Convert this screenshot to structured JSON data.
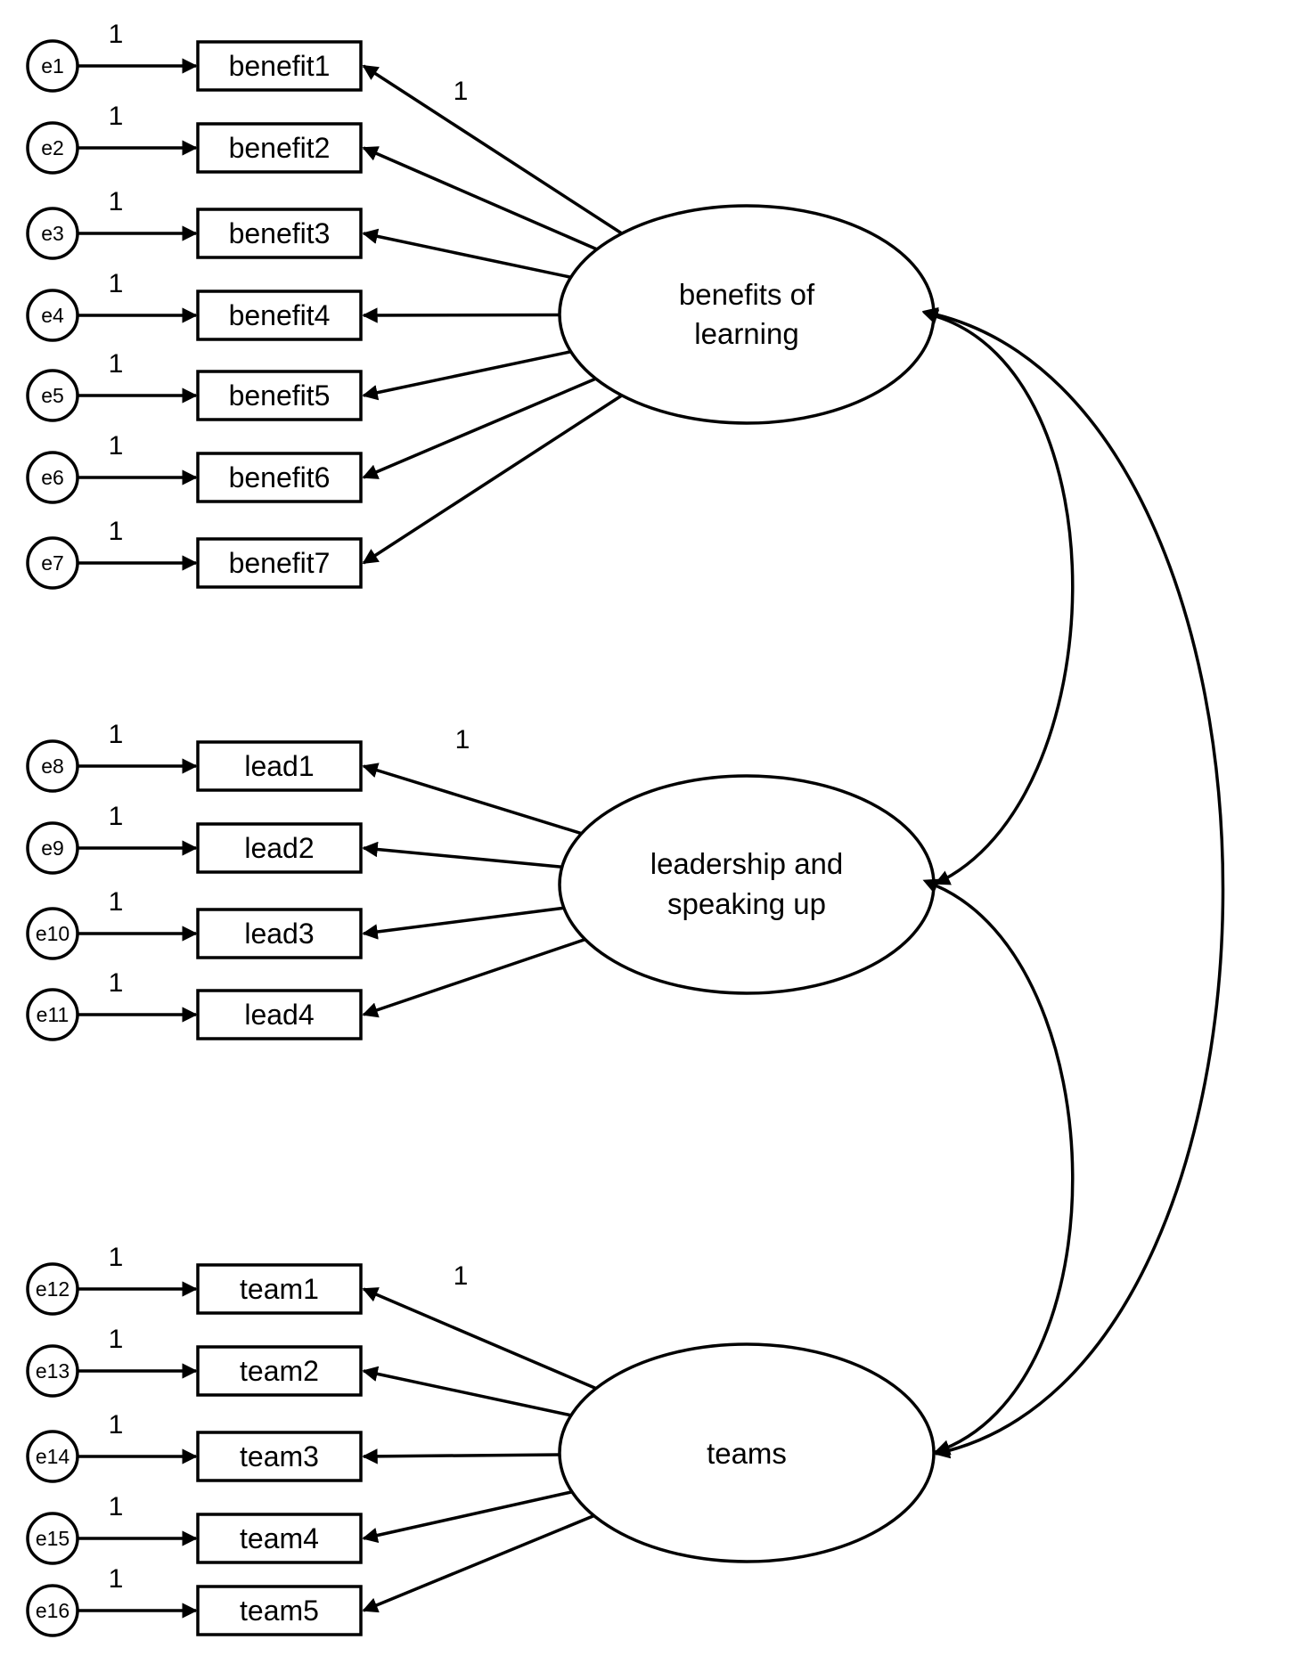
{
  "errors": [
    "e1",
    "e2",
    "e3",
    "e4",
    "e5",
    "e6",
    "e7",
    "e8",
    "e9",
    "e10",
    "e11",
    "e12",
    "e13",
    "e14",
    "e15",
    "e16"
  ],
  "error_path_weight": "1",
  "indicators": {
    "benefit": [
      "benefit1",
      "benefit2",
      "benefit3",
      "benefit4",
      "benefit5",
      "benefit6",
      "benefit7"
    ],
    "lead": [
      "lead1",
      "lead2",
      "lead3",
      "lead4"
    ],
    "team": [
      "team1",
      "team2",
      "team3",
      "team4",
      "team5"
    ]
  },
  "latents": {
    "benefit": {
      "line1": "benefits of",
      "line2": "learning",
      "fixed_loading": "1"
    },
    "lead": {
      "line1": "leadership and",
      "line2": "speaking up",
      "fixed_loading": "1"
    },
    "team": {
      "line1": "teams",
      "line2": "",
      "fixed_loading": "1"
    }
  }
}
